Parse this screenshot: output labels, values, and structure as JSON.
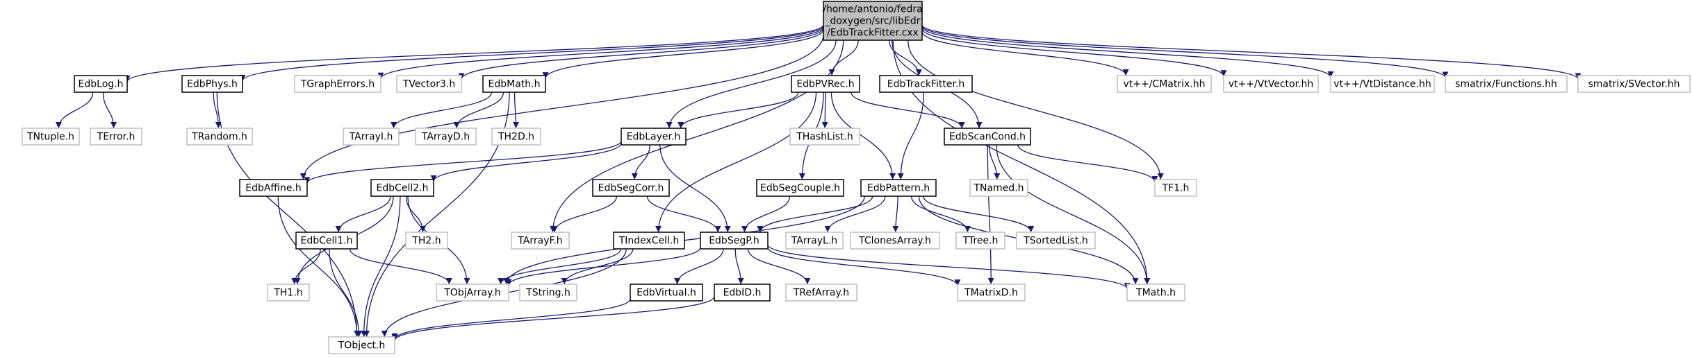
{
  "colors": {
    "edge": "#191970",
    "root_fill": "#bfbfbf",
    "documented_border": "#000000",
    "undocumented_border": "#bfbfbf",
    "text": "#000000",
    "background": "#ffffff"
  },
  "root": {
    "id": "root",
    "label_lines": [
      "/home/antonio/fedra",
      "_doxygen/src/libEdr",
      "/EdbTrackFitter.cxx"
    ]
  },
  "nodes": [
    {
      "id": "EdbLog",
      "label": "EdbLog.h",
      "documented": true
    },
    {
      "id": "EdbPhys",
      "label": "EdbPhys.h",
      "documented": true
    },
    {
      "id": "TGraphErrors",
      "label": "TGraphErrors.h",
      "documented": false
    },
    {
      "id": "TVector3",
      "label": "TVector3.h",
      "documented": false
    },
    {
      "id": "EdbMath",
      "label": "EdbMath.h",
      "documented": true
    },
    {
      "id": "EdbPVRec",
      "label": "EdbPVRec.h",
      "documented": true
    },
    {
      "id": "EdbTrackFitter",
      "label": "EdbTrackFitter.h",
      "documented": true
    },
    {
      "id": "CMatrix",
      "label": "vt++/CMatrix.hh",
      "documented": false
    },
    {
      "id": "VtVector",
      "label": "vt++/VtVector.hh",
      "documented": false
    },
    {
      "id": "VtDistance",
      "label": "vt++/VtDistance.hh",
      "documented": false
    },
    {
      "id": "Functions",
      "label": "smatrix/Functions.hh",
      "documented": false
    },
    {
      "id": "SVector",
      "label": "smatrix/SVector.hh",
      "documented": false
    },
    {
      "id": "TNtuple",
      "label": "TNtuple.h",
      "documented": false
    },
    {
      "id": "TError",
      "label": "TError.h",
      "documented": false
    },
    {
      "id": "TRandom",
      "label": "TRandom.h",
      "documented": false
    },
    {
      "id": "TArrayI",
      "label": "TArrayI.h",
      "documented": false
    },
    {
      "id": "TArrayD",
      "label": "TArrayD.h",
      "documented": false
    },
    {
      "id": "TH2D",
      "label": "TH2D.h",
      "documented": false
    },
    {
      "id": "EdbLayer",
      "label": "EdbLayer.h",
      "documented": true
    },
    {
      "id": "THashList",
      "label": "THashList.h",
      "documented": false
    },
    {
      "id": "EdbScanCond",
      "label": "EdbScanCond.h",
      "documented": true
    },
    {
      "id": "EdbAffine",
      "label": "EdbAffine.h",
      "documented": true
    },
    {
      "id": "EdbCell2",
      "label": "EdbCell2.h",
      "documented": true
    },
    {
      "id": "EdbSegCorr",
      "label": "EdbSegCorr.h",
      "documented": true
    },
    {
      "id": "EdbSegCouple",
      "label": "EdbSegCouple.h",
      "documented": true
    },
    {
      "id": "EdbPattern",
      "label": "EdbPattern.h",
      "documented": true
    },
    {
      "id": "TNamed",
      "label": "TNamed.h",
      "documented": false
    },
    {
      "id": "TF1",
      "label": "TF1.h",
      "documented": false
    },
    {
      "id": "EdbCell1",
      "label": "EdbCell1.h",
      "documented": true
    },
    {
      "id": "TH2",
      "label": "TH2.h",
      "documented": false
    },
    {
      "id": "TArrayF",
      "label": "TArrayF.h",
      "documented": false
    },
    {
      "id": "TIndexCell",
      "label": "TIndexCell.h",
      "documented": true
    },
    {
      "id": "EdbSegP",
      "label": "EdbSegP.h",
      "documented": true
    },
    {
      "id": "TArrayL",
      "label": "TArrayL.h",
      "documented": false
    },
    {
      "id": "TClonesArray",
      "label": "TClonesArray.h",
      "documented": false
    },
    {
      "id": "TTree",
      "label": "TTree.h",
      "documented": false
    },
    {
      "id": "TSortedList",
      "label": "TSortedList.h",
      "documented": false
    },
    {
      "id": "TH1",
      "label": "TH1.h",
      "documented": false
    },
    {
      "id": "TObjArray",
      "label": "TObjArray.h",
      "documented": false
    },
    {
      "id": "TString",
      "label": "TString.h",
      "documented": false
    },
    {
      "id": "EdbVirtual",
      "label": "EdbVirtual.h",
      "documented": true
    },
    {
      "id": "EdbID",
      "label": "EdbID.h",
      "documented": true
    },
    {
      "id": "TRefArray",
      "label": "TRefArray.h",
      "documented": false
    },
    {
      "id": "TMatrixD",
      "label": "TMatrixD.h",
      "documented": false
    },
    {
      "id": "TMath",
      "label": "TMath.h",
      "documented": false
    },
    {
      "id": "TObject",
      "label": "TObject.h",
      "documented": false
    }
  ],
  "edges": [
    [
      "root",
      "EdbLog"
    ],
    [
      "root",
      "EdbPhys"
    ],
    [
      "root",
      "TGraphErrors"
    ],
    [
      "root",
      "TVector3"
    ],
    [
      "root",
      "EdbMath"
    ],
    [
      "root",
      "EdbPVRec"
    ],
    [
      "root",
      "EdbTrackFitter"
    ],
    [
      "root",
      "CMatrix"
    ],
    [
      "root",
      "VtVector"
    ],
    [
      "root",
      "VtDistance"
    ],
    [
      "root",
      "Functions"
    ],
    [
      "root",
      "SVector"
    ],
    [
      "root",
      "EdbLayer"
    ],
    [
      "root",
      "EdbScanCond"
    ],
    [
      "root",
      "EdbAffine"
    ],
    [
      "root",
      "TF1"
    ],
    [
      "root",
      "TArrayF"
    ],
    [
      "root",
      "TMath"
    ],
    [
      "EdbLog",
      "TNtuple"
    ],
    [
      "EdbLog",
      "TError"
    ],
    [
      "EdbPhys",
      "TRandom"
    ],
    [
      "EdbPhys",
      "TObject"
    ],
    [
      "EdbMath",
      "TArrayI"
    ],
    [
      "EdbMath",
      "TArrayD"
    ],
    [
      "EdbMath",
      "TH2D"
    ],
    [
      "EdbMath",
      "TObject"
    ],
    [
      "EdbPVRec",
      "EdbLayer"
    ],
    [
      "EdbPVRec",
      "THashList"
    ],
    [
      "EdbPVRec",
      "EdbScanCond"
    ],
    [
      "EdbPVRec",
      "EdbSegCouple"
    ],
    [
      "EdbPVRec",
      "EdbPattern"
    ],
    [
      "EdbPVRec",
      "TIndexCell"
    ],
    [
      "EdbTrackFitter",
      "EdbPattern"
    ],
    [
      "EdbLayer",
      "EdbAffine"
    ],
    [
      "EdbLayer",
      "EdbCell2"
    ],
    [
      "EdbLayer",
      "EdbSegCorr"
    ],
    [
      "EdbLayer",
      "EdbSegP"
    ],
    [
      "EdbScanCond",
      "TNamed"
    ],
    [
      "EdbScanCond",
      "TF1"
    ],
    [
      "EdbScanCond",
      "TMatrixD"
    ],
    [
      "EdbScanCond",
      "TMath"
    ],
    [
      "EdbAffine",
      "TObject"
    ],
    [
      "EdbCell2",
      "EdbCell1"
    ],
    [
      "EdbCell2",
      "TH2"
    ],
    [
      "EdbCell2",
      "TH1"
    ],
    [
      "EdbCell2",
      "TObjArray"
    ],
    [
      "EdbCell2",
      "TObject"
    ],
    [
      "EdbSegCorr",
      "TArrayF"
    ],
    [
      "EdbSegCorr",
      "EdbSegP"
    ],
    [
      "EdbSegCouple",
      "EdbSegP"
    ],
    [
      "EdbPattern",
      "EdbSegP"
    ],
    [
      "EdbPattern",
      "TArrayL"
    ],
    [
      "EdbPattern",
      "TClonesArray"
    ],
    [
      "EdbPattern",
      "TTree"
    ],
    [
      "EdbPattern",
      "TSortedList"
    ],
    [
      "EdbPattern",
      "TMath"
    ],
    [
      "EdbPattern",
      "TObjArray"
    ],
    [
      "EdbCell1",
      "TH1"
    ],
    [
      "EdbCell1",
      "TObjArray"
    ],
    [
      "EdbCell1",
      "TObject"
    ],
    [
      "TIndexCell",
      "TObjArray"
    ],
    [
      "TIndexCell",
      "TString"
    ],
    [
      "TIndexCell",
      "TObject"
    ],
    [
      "EdbSegP",
      "TObjArray"
    ],
    [
      "EdbSegP",
      "EdbVirtual"
    ],
    [
      "EdbSegP",
      "EdbID"
    ],
    [
      "EdbSegP",
      "TRefArray"
    ],
    [
      "EdbSegP",
      "TMatrixD"
    ],
    [
      "EdbSegP",
      "TMath"
    ],
    [
      "EdbVirtual",
      "TObject"
    ],
    [
      "EdbID",
      "TObject"
    ]
  ]
}
